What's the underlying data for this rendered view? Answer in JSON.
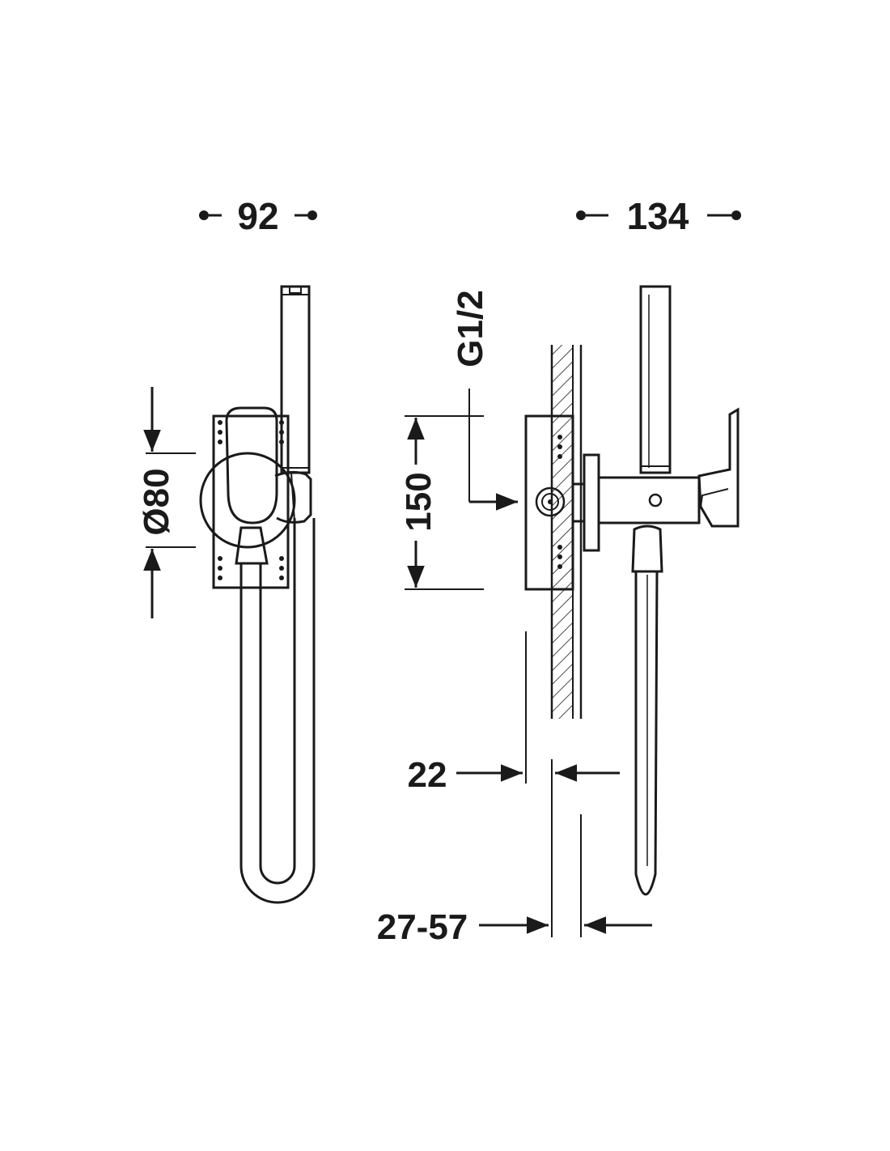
{
  "drawing": {
    "labels": {
      "front_width": "92",
      "side_depth": "134",
      "diameter": "Ø80",
      "plate_height": "150",
      "thread": "G1/2",
      "wall_min": "22",
      "wall_range": "27-57"
    }
  }
}
